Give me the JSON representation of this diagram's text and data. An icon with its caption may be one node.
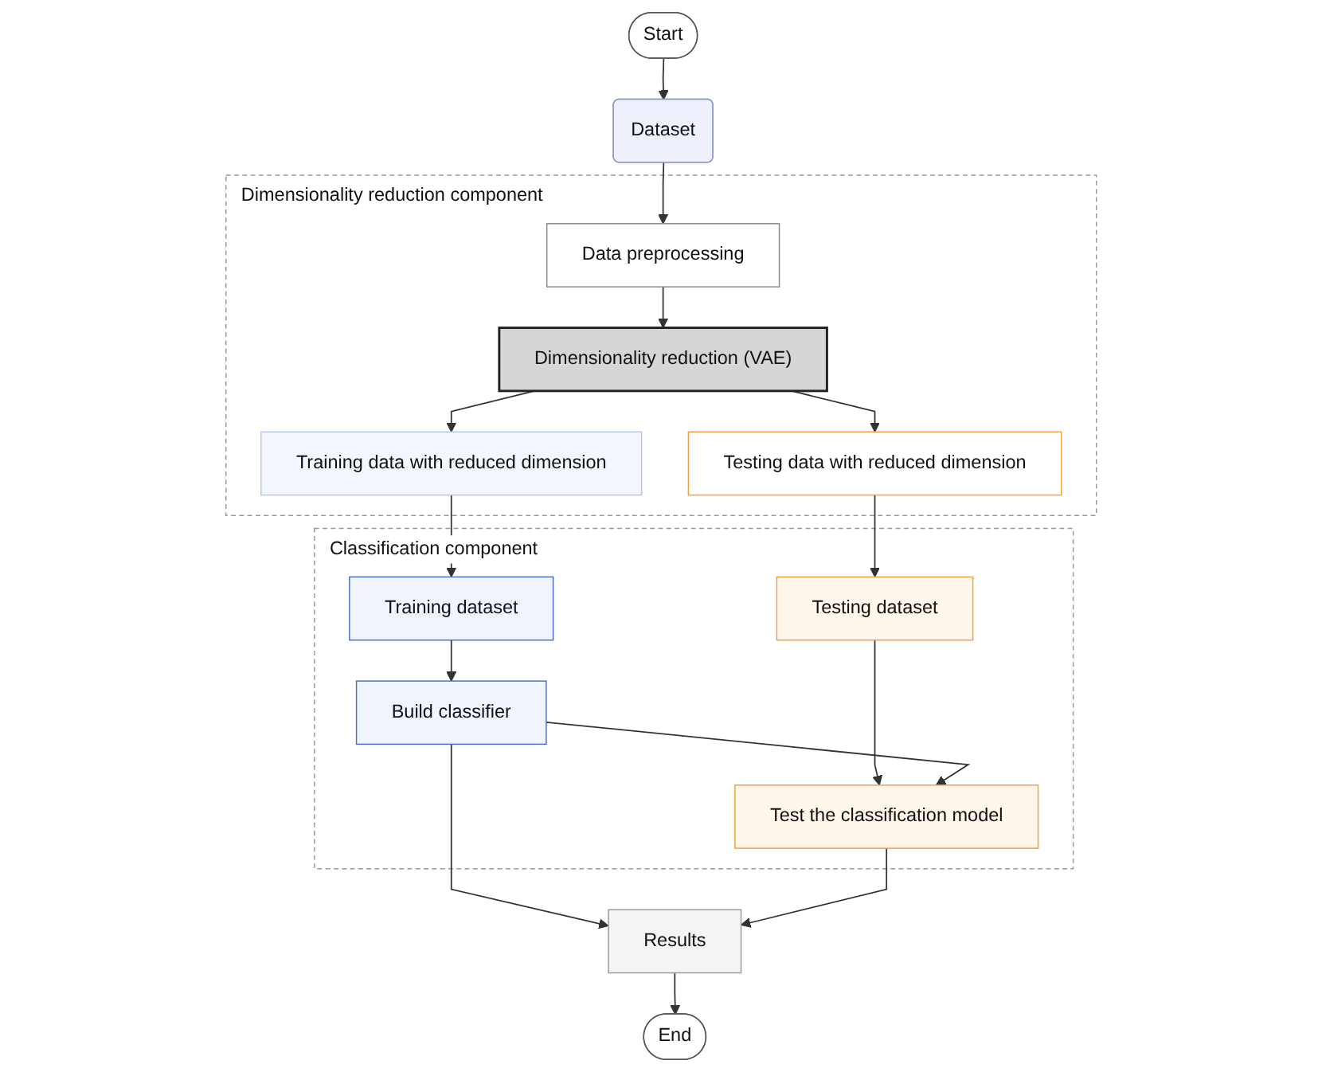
{
  "diagram": {
    "nodes": [
      {
        "text": [
          "Start"
        ]
      },
      {
        "text": [
          "Dataset"
        ]
      },
      {
        "text": [
          "Dimensionality reduction component"
        ]
      },
      {
        "text": [
          "Data preprocessing"
        ],
        "in": 2
      },
      {
        "text": [
          "Dimensionality reduction (VAE)"
        ],
        "in": 2
      },
      {
        "text": [
          "Training data with reduced dimension"
        ],
        "in": 2
      },
      {
        "text": [
          "Testing data with reduced dimension"
        ],
        "in": 2
      },
      {
        "text": [
          "Classification component"
        ]
      },
      {
        "text": [
          "Training dataset"
        ],
        "in": 7
      },
      {
        "text": [
          "Testing dataset"
        ],
        "in": 7
      },
      {
        "text": [
          "Build classifier"
        ],
        "in": 7
      },
      {
        "text": [
          "Test the classification model"
        ],
        "in": 7
      },
      {
        "text": [
          "Results"
        ]
      },
      {
        "text": [
          "End"
        ]
      }
    ],
    "edges": [
      {
        "from": 0,
        "to": 1,
        "arrow": "to"
      },
      {
        "from": 1,
        "to": 3,
        "arrow": "to"
      },
      {
        "from": 3,
        "to": 4,
        "arrow": "to"
      },
      {
        "from": 4,
        "to": 5,
        "arrow": "to"
      },
      {
        "from": 4,
        "to": 6,
        "arrow": "to"
      },
      {
        "from": 5,
        "to": 8,
        "arrow": "to"
      },
      {
        "from": 6,
        "to": 9,
        "arrow": "to"
      },
      {
        "from": 8,
        "to": 10,
        "arrow": "to"
      },
      {
        "from": 9,
        "to": 11,
        "arrow": "to"
      },
      {
        "from": 10,
        "to": 11,
        "arrow": "to"
      },
      {
        "from": 10,
        "to": 12,
        "arrow": "to"
      },
      {
        "from": 11,
        "to": 12,
        "arrow": "to"
      },
      {
        "from": 12,
        "to": 13,
        "arrow": "to"
      }
    ]
  }
}
